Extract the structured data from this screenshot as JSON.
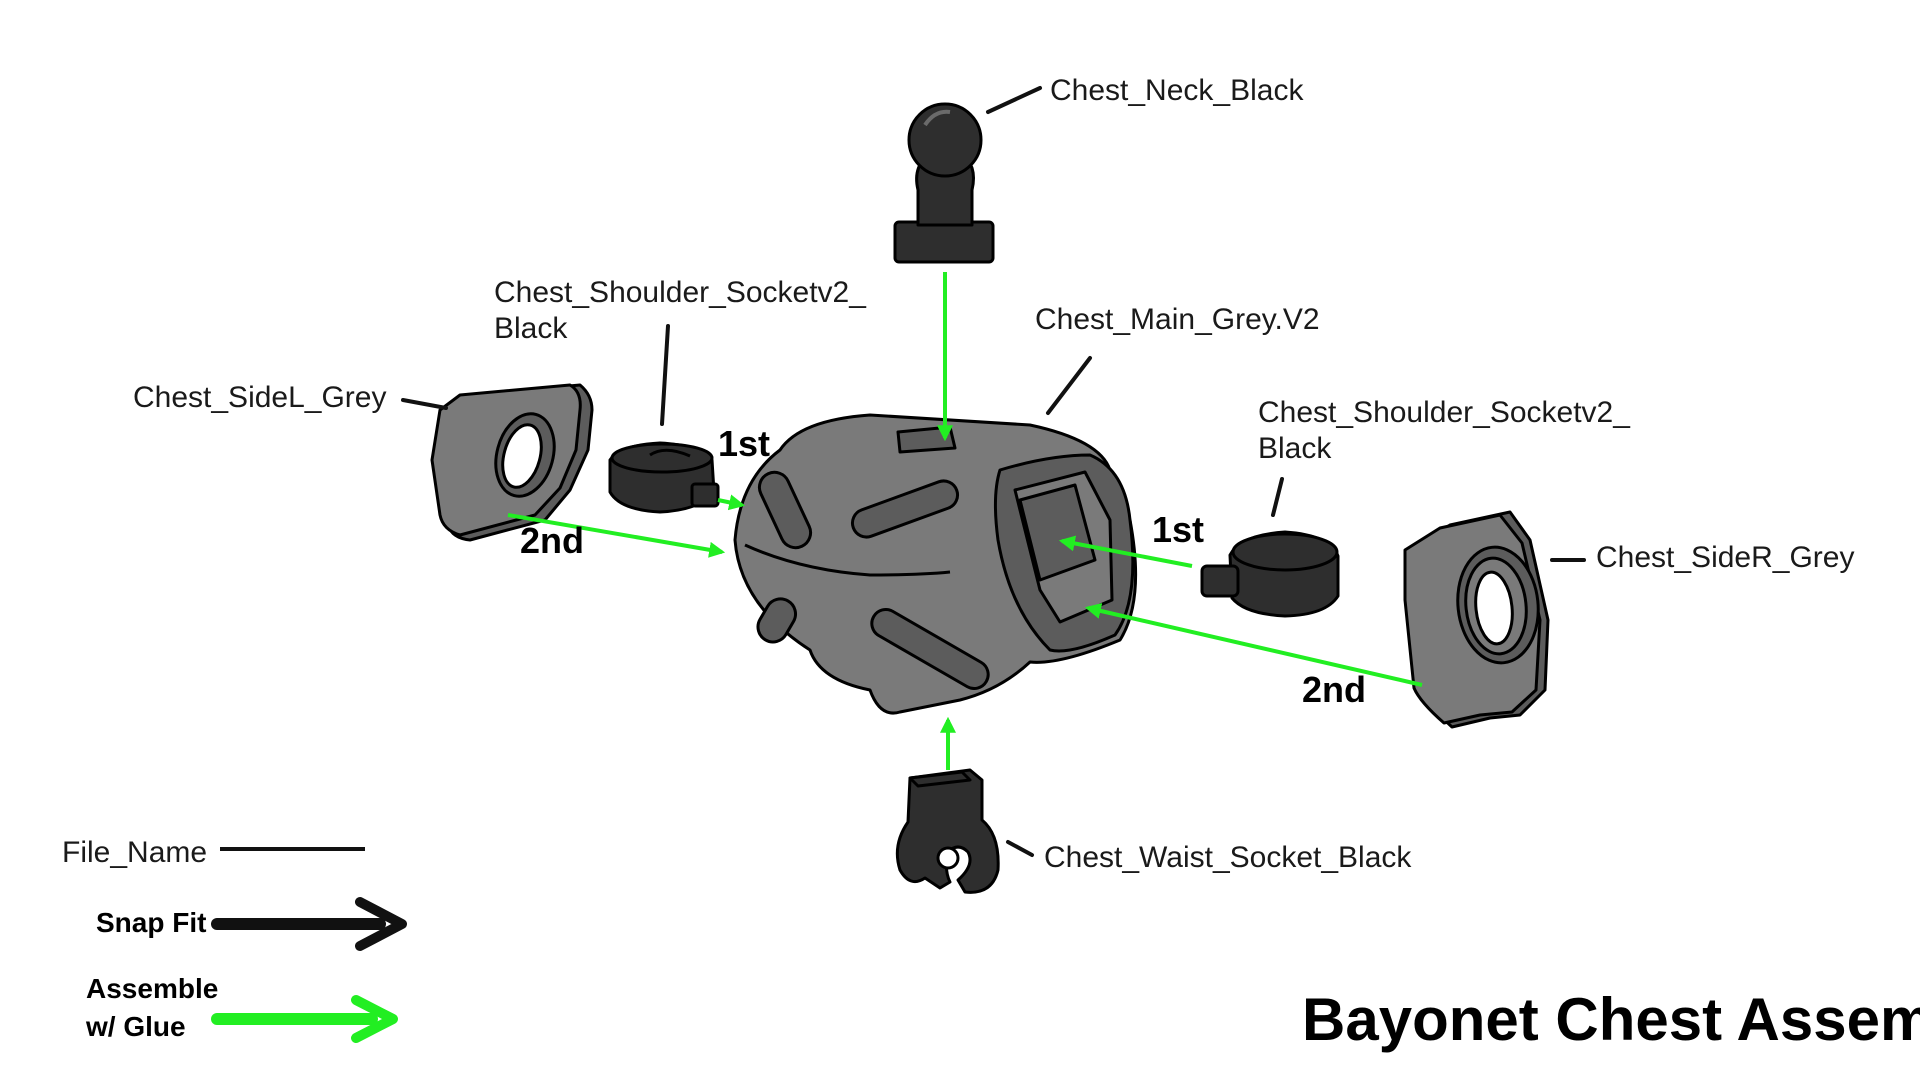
{
  "labels": {
    "neck": "Chest_Neck_Black",
    "shoulder_left_line1": "Chest_Shoulder_Socketv2_",
    "shoulder_left_line2": "Black",
    "main": "Chest_Main_Grey.V2",
    "shoulder_right_line1": "Chest_Shoulder_Socketv2_",
    "shoulder_right_line2": "Black",
    "side_left": "Chest_SideL_Grey",
    "side_right": "Chest_SideR_Grey",
    "waist": "Chest_Waist_Socket_Black"
  },
  "order_marks": {
    "left_first": "1st",
    "left_second": "2nd",
    "right_first": "1st",
    "right_second": "2nd"
  },
  "legend": {
    "file_name": "File_Name",
    "snap_fit": "Snap Fit",
    "glue_line1": "Assemble",
    "glue_line2": "w/ Glue"
  },
  "title": "Bayonet Chest Assembly",
  "colors": {
    "glue_arrow": "#22ee22",
    "snap_arrow": "#111111",
    "grey_part": "#7a7a7a",
    "black_part": "#2e2e2e"
  }
}
